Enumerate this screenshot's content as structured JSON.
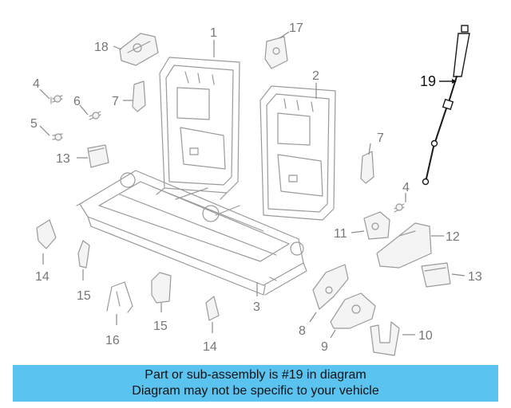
{
  "callouts": {
    "c1": "1",
    "c2": "2",
    "c3": "3",
    "c4a": "4",
    "c4b": "4",
    "c5": "5",
    "c6": "6",
    "c7a": "7",
    "c7b": "7",
    "c8": "8",
    "c9": "9",
    "c10": "10",
    "c11": "11",
    "c12": "12",
    "c13a": "13",
    "c13b": "13",
    "c14a": "14",
    "c14b": "14",
    "c15a": "15",
    "c15b": "15",
    "c16": "16",
    "c17": "17",
    "c18": "18",
    "c19": "19"
  },
  "banner": {
    "line1": "Part or sub-assembly is #19 in diagram",
    "line2": "Diagram may not be specific to your vehicle",
    "color": "#5ac3f0"
  }
}
